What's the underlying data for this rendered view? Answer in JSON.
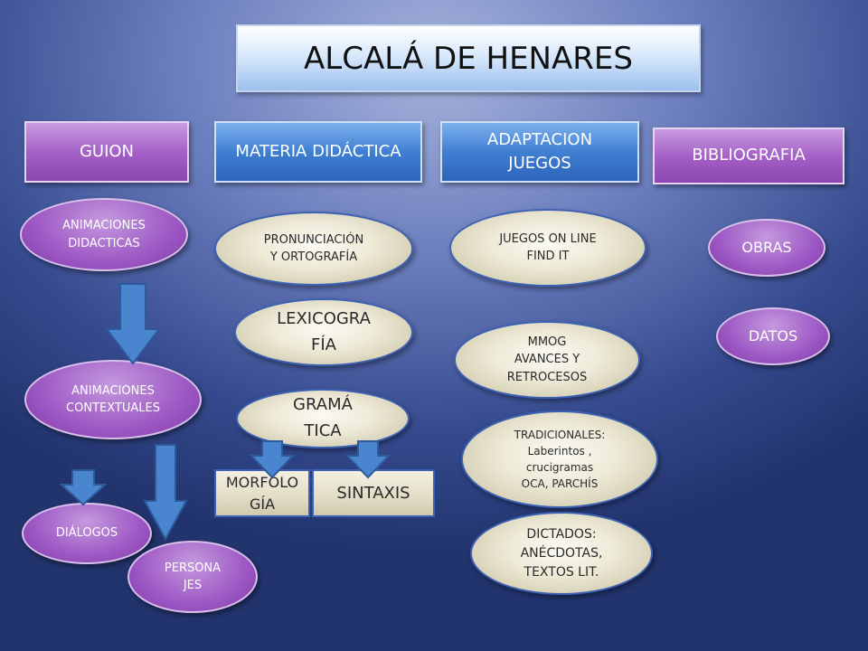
{
  "title": "ALCALÁ DE HENARES",
  "headers": {
    "guion": "GUION",
    "materia": "MATERIA DIDÁCTICA",
    "adaptacion": "ADAPTACION\nJUEGOS",
    "bibliografia": "BIBLIOGRAFIA"
  },
  "guion": {
    "animaciones_didacticas": "ANIMACIONES\nDIDACTICAS",
    "animaciones_contextuales": "ANIMACIONES\nCONTEXTUALES",
    "dialogos": "DIÁLOGOS",
    "personajes": "PERSONA\nJES"
  },
  "materia": {
    "pronunciacion": "PRONUNCIACIÓN\nY ORTOGRAFÍA",
    "lexicografia": "LEXICOGRA\nFÍA",
    "gramatica": "GRAMÁ\nTICA",
    "morfologia": "MORFOLO\nGÍA",
    "sintaxis": "SINTAXIS"
  },
  "adaptacion": {
    "juegos_online": "JUEGOS ON LINE\nFIND IT",
    "mmog": "MMOG\nAVANCES Y\nRETROCESOS",
    "tradicionales": "TRADICIONALES:\nLaberintos ,\ncrucigramas\nOCA, PARCHÍS",
    "dictados": "DICTADOS:\nANÉCDOTAS,\nTEXTOS LIT."
  },
  "bibliografia": {
    "obras": "OBRAS",
    "datos": "DATOS"
  },
  "colors": {
    "purple": "#9d58c4",
    "blue": "#3f7fd2",
    "beige": "#efebd9",
    "arrow": "#4a86cf"
  }
}
